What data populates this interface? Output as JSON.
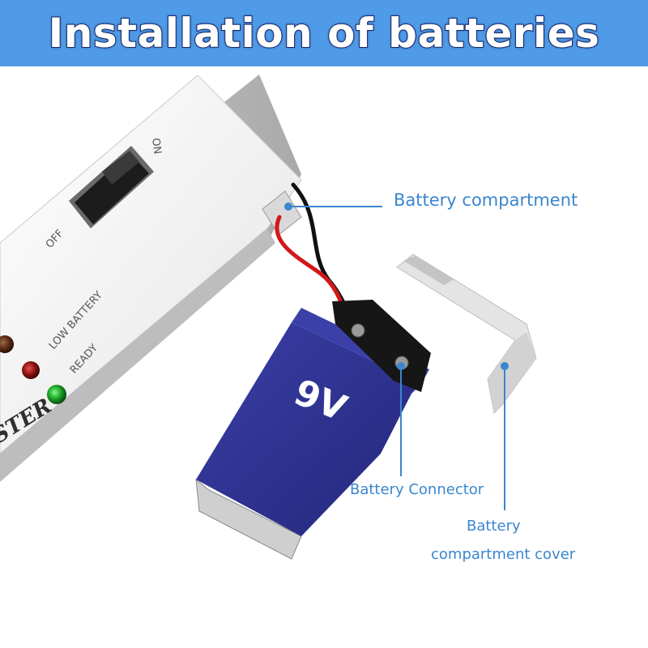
{
  "banner": {
    "title": "Installation of batteries"
  },
  "device": {
    "switch_on_label": "ON",
    "switch_off_label": "OFF",
    "low_battery_label": "LOW BATTERY",
    "ready_label": "READY",
    "brand_fragment": "STER"
  },
  "battery": {
    "voltage_label": "9V"
  },
  "callouts": {
    "battery_compartment": "Battery compartment",
    "battery_connector": "Battery Connector",
    "cover_line1": "Battery",
    "cover_line2": "compartment cover"
  },
  "colors": {
    "banner": "#4f9be7",
    "callout_text": "#3a86cf",
    "battery_body": "#2b2f8e",
    "wire_red": "#d21818",
    "led_green": "#1fae2a",
    "led_red": "#a51818"
  }
}
